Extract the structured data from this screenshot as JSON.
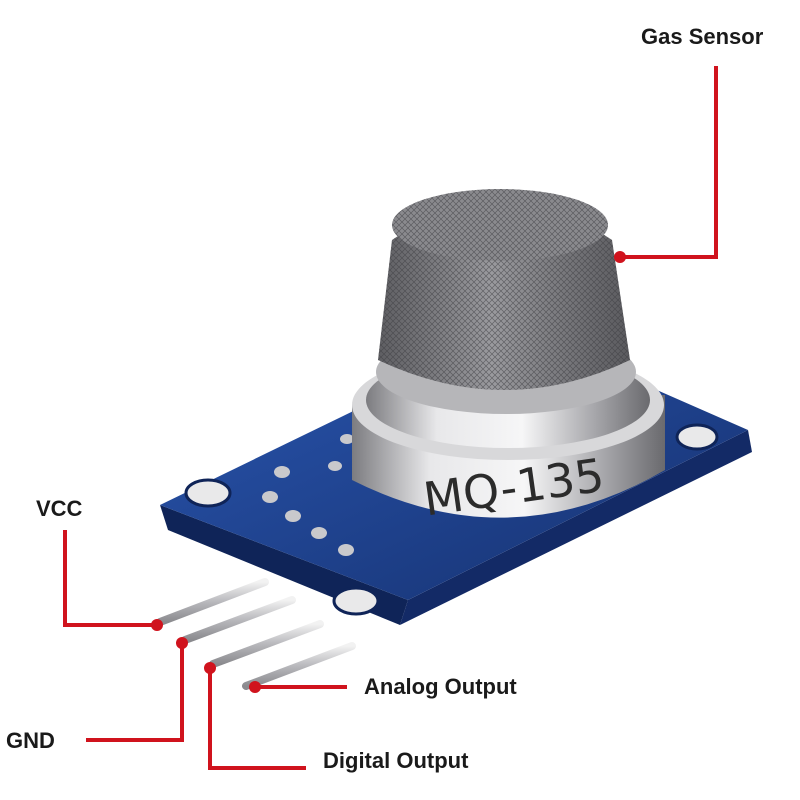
{
  "labels": {
    "gas_sensor": "Gas Sensor",
    "vcc": "VCC",
    "gnd": "GND",
    "analog_output": "Analog Output",
    "digital_output": "Digital Output"
  },
  "sensor_marking": "MQ-135",
  "colors": {
    "callout_line": "#d0131d",
    "pcb": "#1d3f8c",
    "label_text": "#1a1a1a"
  }
}
